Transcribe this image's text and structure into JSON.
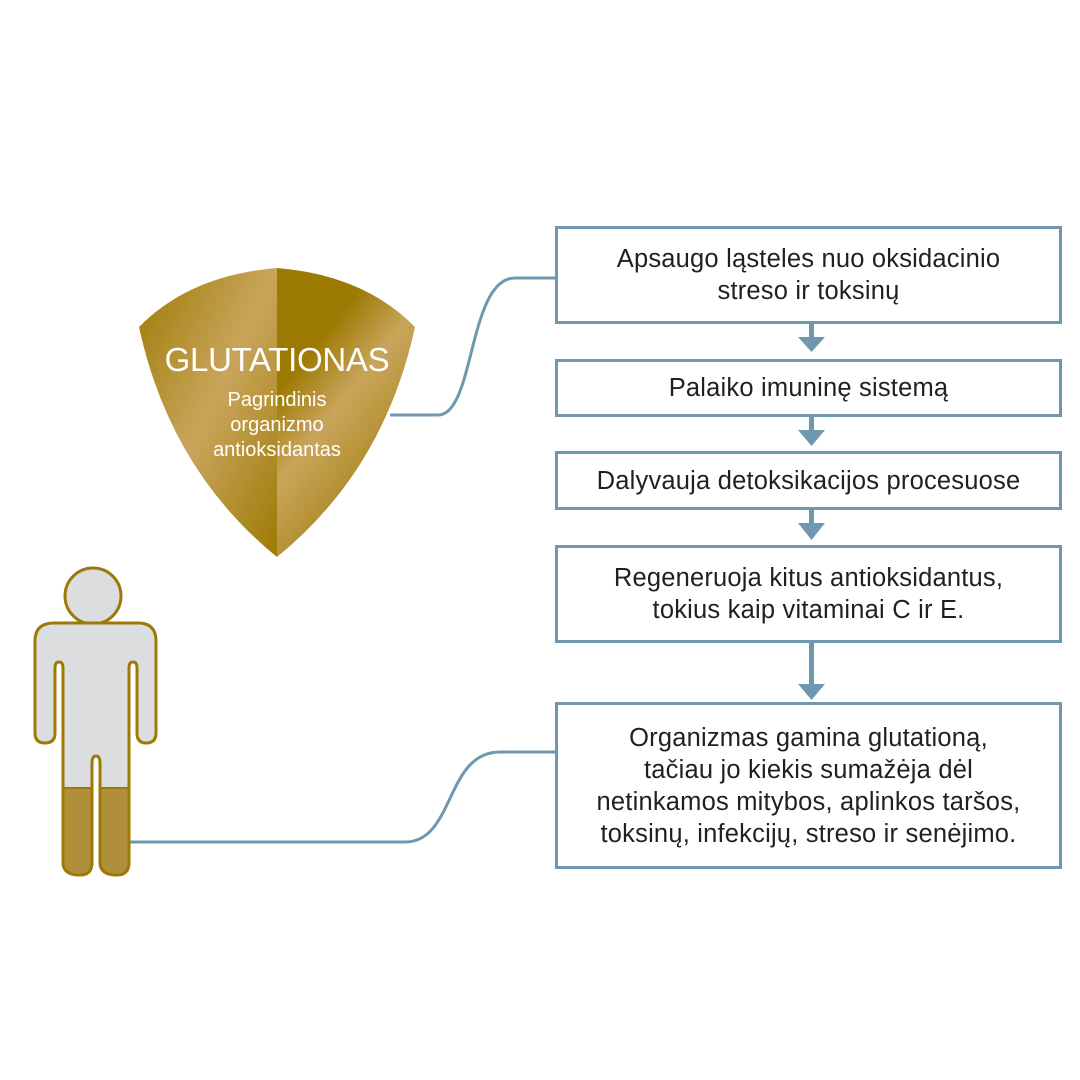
{
  "colors": {
    "connector": "#6f98b0",
    "gold_dark": "#9d7a04",
    "gold_light": "#c9a55c",
    "leg_fill": "#b08f3a",
    "figure_fill": "#dcdddf",
    "text": "#231f20"
  },
  "shield": {
    "icon": "shield-icon",
    "title": "GLUTATIONAS",
    "subtitle": "Pagrindinis\norganizmo\nantioksidantas"
  },
  "figure": {
    "icon": "human-figure-icon"
  },
  "flow": {
    "steps": [
      {
        "text": "Apsaugo ląsteles nuo oksidacinio\nstreso ir toksinų"
      },
      {
        "text": "Palaiko imuninę sistemą"
      },
      {
        "text": "Dalyvauja detoksikacijos procesuose"
      },
      {
        "text": "Regeneruoja kitus antioksidantus,\ntokius kaip vitaminai C ir E."
      },
      {
        "text": "Organizmas gamina glutationą,\ntačiau jo kiekis sumažėja dėl\nnetinkamos mitybos, aplinkos taršos,\ntoksinų, infekcijų, streso ir senėjimo."
      }
    ]
  }
}
